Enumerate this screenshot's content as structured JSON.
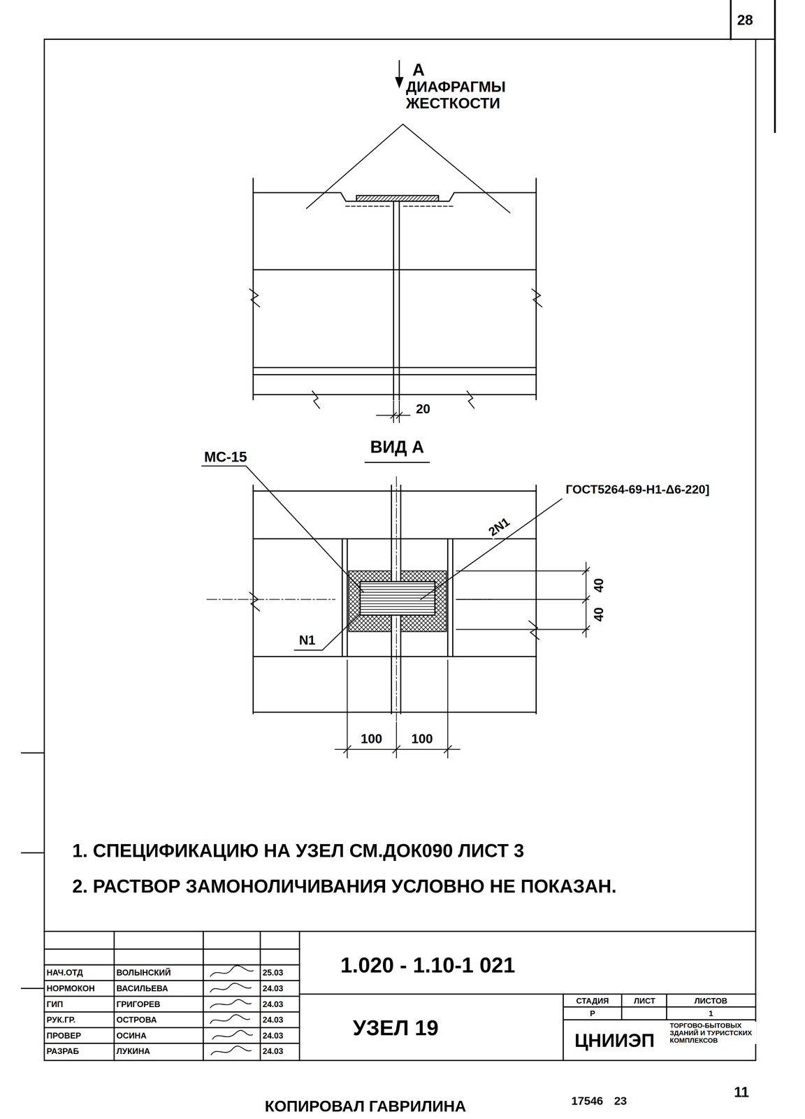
{
  "diagram": {
    "labels": [
      "28",
      "А",
      "ДИАФРАГМЫ ЖЕСТКОСТИ",
      "20",
      "ВИД А",
      "МС-15",
      "ГОСТ5264-69-Н1-Δ6-220]",
      "2N1",
      "40",
      "40",
      "N1",
      "100",
      "100",
      "1. СПЕЦИФИКАЦИЮ НА УЗЕЛ СМ.ДОК090 ЛИСТ 3",
      "2. РАСТВОР ЗАМОНОЛИЧИВАНИЯ УСЛОВНО НЕ ПОКАЗАН.",
      "НАЧ.ОТД",
      "ВОЛЫНСКИЙ",
      "25.03",
      "НОРМОКОН",
      "ВАСИЛЬЕВА",
      "24.03",
      "ГИП",
      "ГРИГОРЕВ",
      "24.03",
      "РУК.ГР.",
      "ОСТРОВА",
      "24.03",
      "ПРОВЕР",
      "ОСИНА",
      "24.03",
      "РАЗРАБ",
      "ЛУКИНА",
      "24.03",
      "1.020 - 1.10-1 021",
      "УЗЕЛ 19",
      "СТАДИЯ",
      "ЛИСТ",
      "ЛИСТОВ",
      "Р",
      "1",
      "ЦНИИЭП",
      "ТОРГОВО-БЫТОВЫХ ЗДАНИЙ И ТУРИСТСКИХ КОМПЛЕКСОВ",
      "КОПИРОВАЛ ГАВРИЛИНА",
      "17546",
      "23",
      "11"
    ]
  }
}
